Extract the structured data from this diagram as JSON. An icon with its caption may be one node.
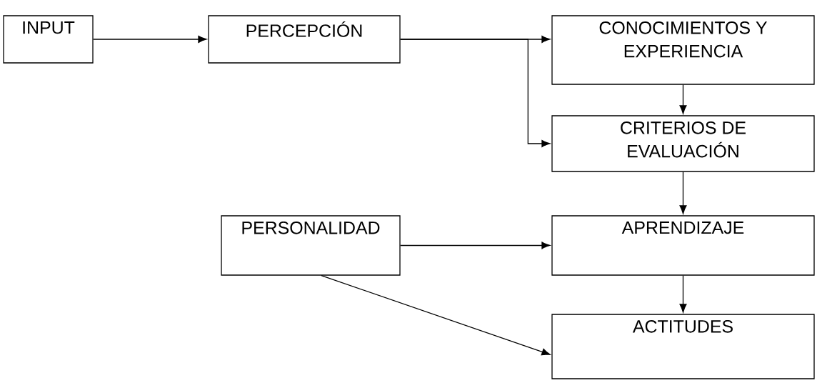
{
  "diagram": {
    "nodes": [
      {
        "text": [
          "INPUT"
        ]
      },
      {
        "text": [
          "PERCEPCIÓN"
        ]
      },
      {
        "text": [
          "CONOCIMIENTOS Y EXPERIENCIA"
        ]
      },
      {
        "text": [
          "CRITERIOS DE EVALUACIÓN"
        ]
      },
      {
        "text": [
          "APRENDIZAJE"
        ]
      },
      {
        "text": [
          "PERSONALIDAD"
        ]
      },
      {
        "text": [
          "ACTITUDES"
        ]
      }
    ],
    "edges": [
      {
        "from": 0,
        "to": 1,
        "arrow": "to"
      },
      {
        "from": 1,
        "to": 2,
        "arrow": "to"
      },
      {
        "from": 1,
        "to": 3,
        "arrow": "to"
      },
      {
        "from": 2,
        "to": 3,
        "arrow": "to"
      },
      {
        "from": 3,
        "to": 4,
        "arrow": "to"
      },
      {
        "from": 5,
        "to": 4,
        "arrow": "to"
      },
      {
        "from": 5,
        "to": 6,
        "arrow": "to"
      },
      {
        "from": 4,
        "to": 6,
        "arrow": "to"
      }
    ]
  }
}
